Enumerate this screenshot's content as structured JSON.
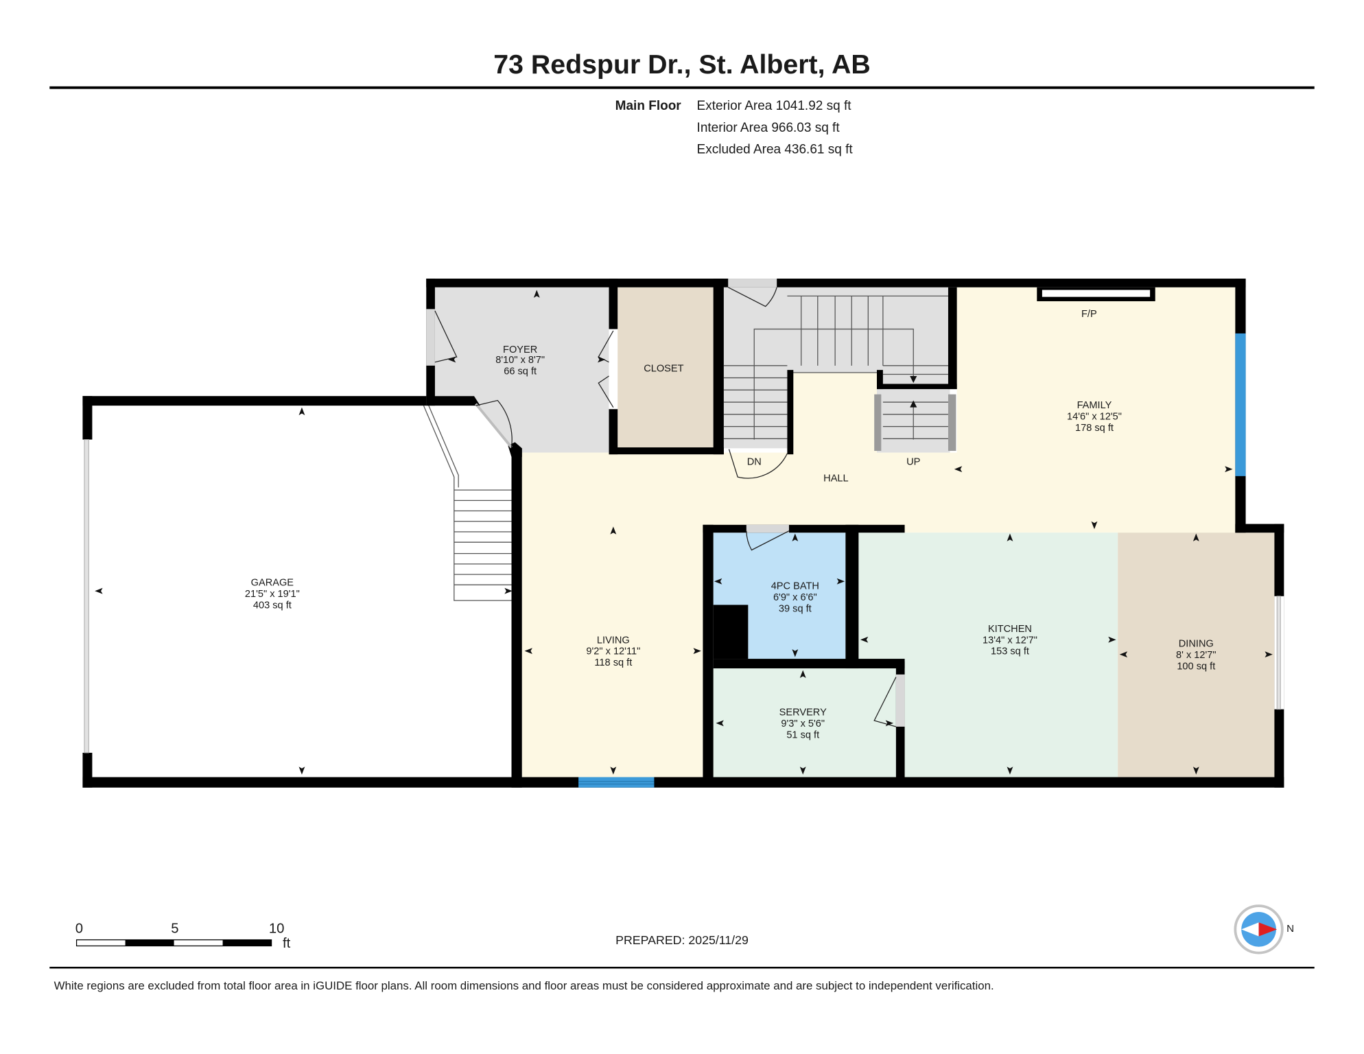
{
  "header": {
    "title": "73 Redspur Dr., St. Albert, AB"
  },
  "areas": {
    "floor_name": "Main Floor",
    "exterior": "Exterior Area 1041.92 sq ft",
    "interior": "Interior Area 966.03 sq ft",
    "excluded": "Excluded Area 436.61 sq ft"
  },
  "rooms": {
    "garage": {
      "name": "GARAGE",
      "dims": "21'5\" x 19'1\"",
      "area": "403 sq ft"
    },
    "foyer": {
      "name": "FOYER",
      "dims": "8'10\" x 8'7\"",
      "area": "66 sq ft"
    },
    "closet": {
      "name": "CLOSET"
    },
    "family": {
      "name": "FAMILY",
      "dims": "14'6\" x 12'5\"",
      "area": "178 sq ft"
    },
    "hall": {
      "name": "HALL"
    },
    "living": {
      "name": "LIVING",
      "dims": "9'2\" x 12'11\"",
      "area": "118 sq ft"
    },
    "bath": {
      "name": "4PC BATH",
      "dims": "6'9\" x 6'6\"",
      "area": "39 sq ft"
    },
    "servery": {
      "name": "SERVERY",
      "dims": "9'3\" x 5'6\"",
      "area": "51 sq ft"
    },
    "kitchen": {
      "name": "KITCHEN",
      "dims": "13'4\" x 12'7\"",
      "area": "153 sq ft"
    },
    "dining": {
      "name": "DINING",
      "dims": "8' x 12'7\"",
      "area": "100 sq ft"
    }
  },
  "labels": {
    "fireplace": "F/P",
    "stairs_down": "DN",
    "stairs_up": "UP"
  },
  "scale": {
    "ticks": [
      "0",
      "5",
      "10"
    ],
    "unit": "ft"
  },
  "prepared": "PREPARED: 2025/11/29",
  "compass": {
    "icon": "compass-icon",
    "north_label": "N"
  },
  "footer": {
    "disclaimer": "White regions are excluded from total floor area in iGUIDE floor plans. All room dimensions and floor areas must be considered approximate and are subject to independent verification."
  },
  "colors": {
    "walls": "#000000",
    "entry_gray": "#e0e0e0",
    "closet_beige": "#e6dccb",
    "living_cream": "#fdf8e3",
    "bath_blue": "#bfe1f7",
    "kitchen_green": "#e4f2e9",
    "dining_beige": "#e6dccb",
    "window_blue": "#3b9ad9",
    "compass_blue": "#4da3e6",
    "compass_red": "#e02020"
  }
}
